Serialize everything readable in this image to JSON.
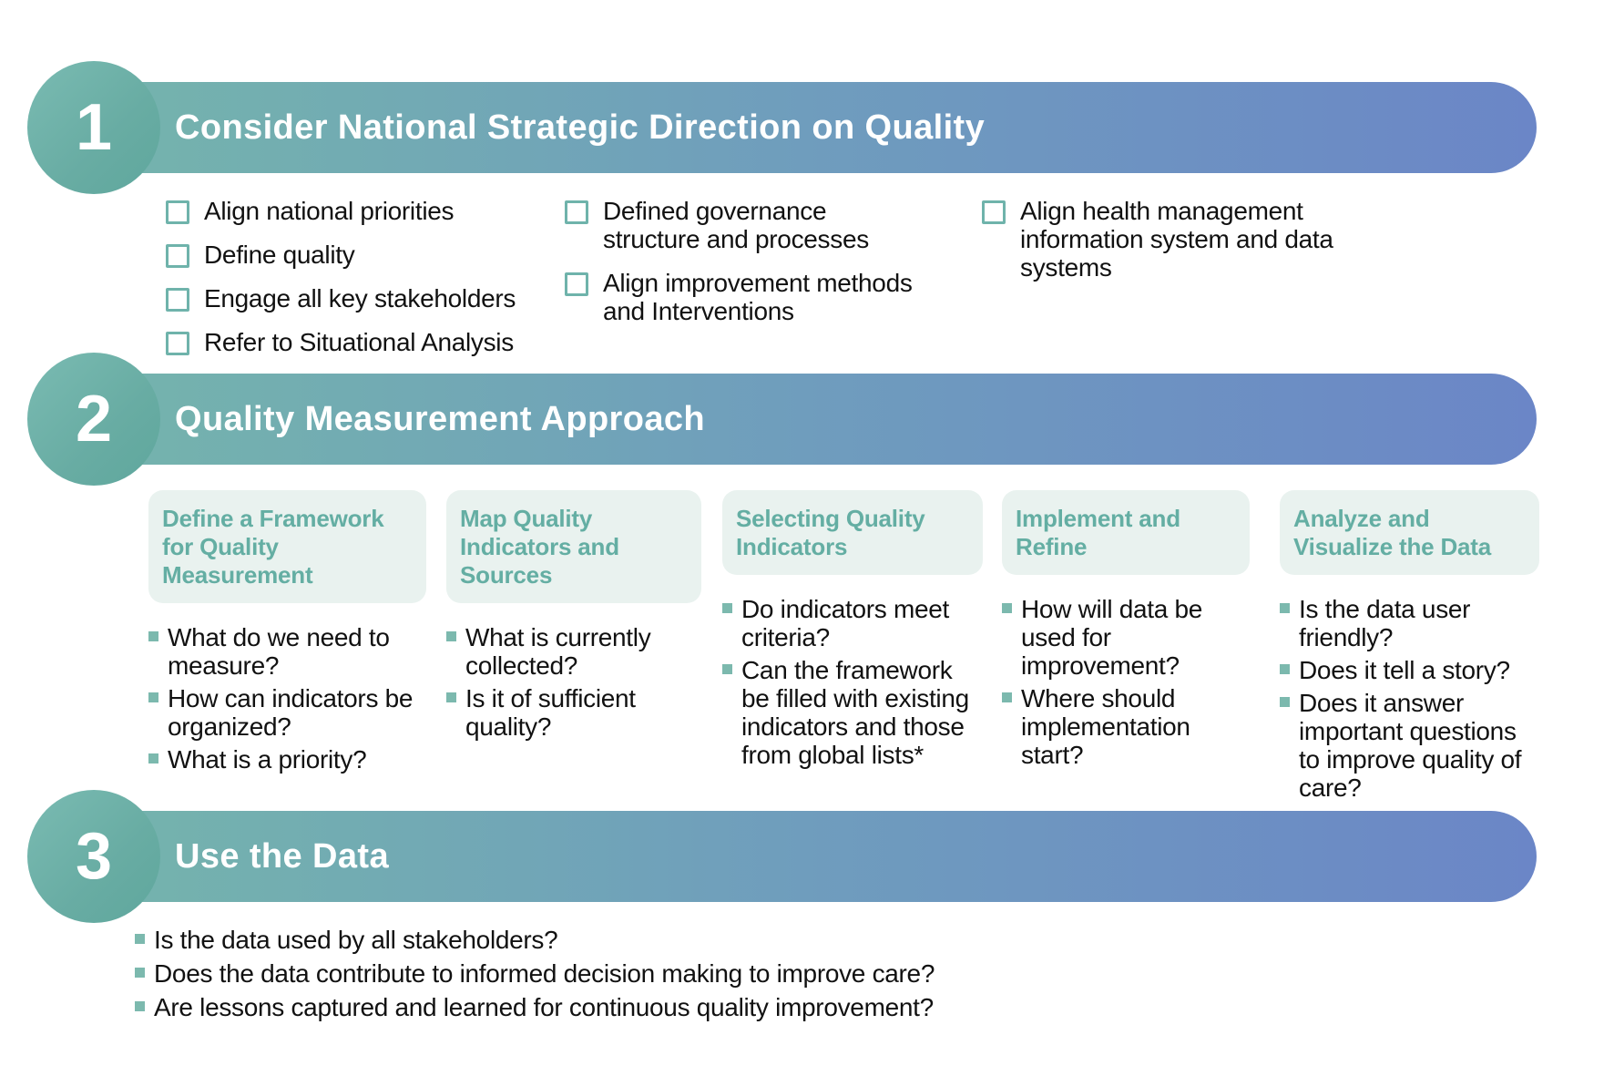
{
  "colors": {
    "teal_accent": "#6fb3ab",
    "banner_gradient_start": "#74b3ad",
    "banner_gradient_end": "#6b86c7",
    "card_background": "#e9f2ef",
    "card_title_text": "#64aea3",
    "bullet_square": "#7cb9ae",
    "body_text": "#111111",
    "banner_text": "#ffffff"
  },
  "sections": [
    {
      "number": "1",
      "title": "Consider National Strategic Direction on Quality",
      "columns": [
        {
          "items": [
            "Align national priorities",
            "Define quality",
            "Engage all key stakeholders",
            "Refer to Situational Analysis"
          ]
        },
        {
          "items": [
            "Defined governance structure and processes",
            "Align improvement methods and Interventions"
          ]
        },
        {
          "items": [
            "Align health management information system and data systems"
          ]
        }
      ]
    },
    {
      "number": "2",
      "title": "Quality Measurement Approach",
      "cards": [
        {
          "title": "Define a Framework for Quality Measurement",
          "bullets": [
            "What do we need to measure?",
            "How can indicators be organized?",
            "What is a priority?"
          ]
        },
        {
          "title": "Map Quality Indicators and Sources",
          "bullets": [
            "What is currently collected?",
            "Is it of sufficient quality?"
          ]
        },
        {
          "title": "Selecting Quality Indicators",
          "bullets": [
            "Do indicators meet criteria?",
            "Can the framework be filled with existing indicators and those from global lists*"
          ]
        },
        {
          "title": "Implement and Refine",
          "bullets": [
            "How will data be used for improvement?",
            "Where should implementation start?"
          ]
        },
        {
          "title": "Analyze and Visualize the Data",
          "bullets": [
            "Is the data user friendly?",
            "Does it tell a story?",
            "Does it answer important questions to improve quality of care?"
          ]
        }
      ]
    },
    {
      "number": "3",
      "title": "Use the Data",
      "bullets": [
        "Is the data used by all stakeholders?",
        "Does the data contribute to informed decision making to improve care?",
        "Are lessons captured and learned for continuous quality improvement?"
      ]
    }
  ]
}
